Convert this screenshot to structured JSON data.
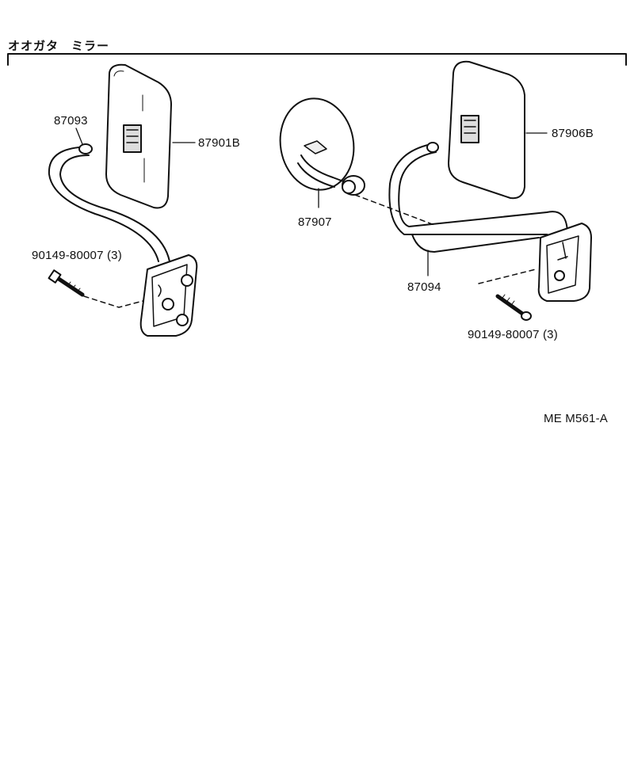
{
  "title": "オオガタ　ミラー",
  "labels": {
    "arm_left": "87093",
    "mirror_left": "87901B",
    "bolt_left": "90149-80007 (3)",
    "mirror_right": "87906B",
    "round_mirror": "87907",
    "arm_right": "87094",
    "bolt_right": "90149-80007 (3)",
    "diagram_code": "ME  M561-A"
  }
}
